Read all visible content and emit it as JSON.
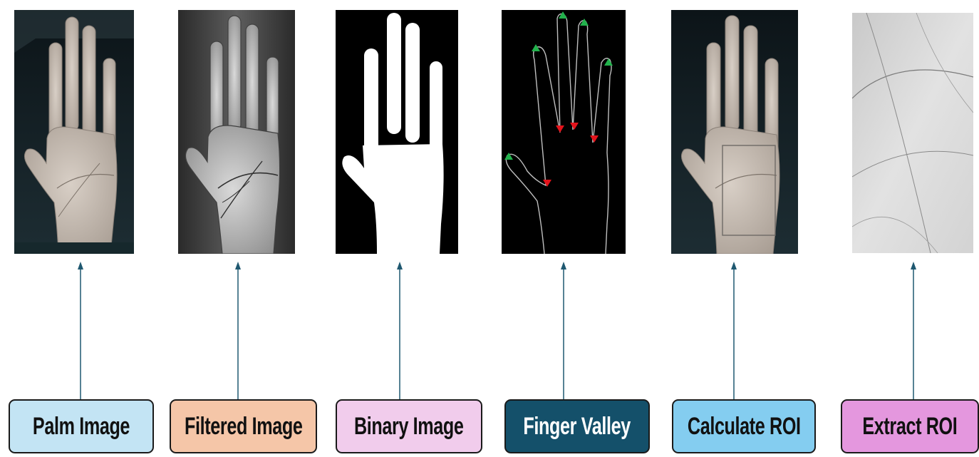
{
  "pipeline": {
    "steps": [
      {
        "label": "Palm Image",
        "fill": "#c3e4f4",
        "text_color": "#111111",
        "image": "palm-photo"
      },
      {
        "label": "Filtered Image",
        "fill": "#f5c6a8",
        "text_color": "#111111",
        "image": "filtered-palm"
      },
      {
        "label": "Binary Image",
        "fill": "#f1ccec",
        "text_color": "#111111",
        "image": "binary-hand-mask"
      },
      {
        "label": "Finger Valley",
        "fill": "#14506a",
        "text_color": "#ffffff",
        "image": "hand-contour-keypoints"
      },
      {
        "label": "Calculate ROI",
        "fill": "#84cdf0",
        "text_color": "#111111",
        "image": "palm-with-roi-box"
      },
      {
        "label": "Extract ROI",
        "fill": "#e497de",
        "text_color": "#111111",
        "image": "palm-roi-crop"
      }
    ],
    "arrow_color": "#1f5870",
    "keypoint_colors": {
      "fingertip": "#22b24c",
      "valley": "#e3131b"
    }
  }
}
